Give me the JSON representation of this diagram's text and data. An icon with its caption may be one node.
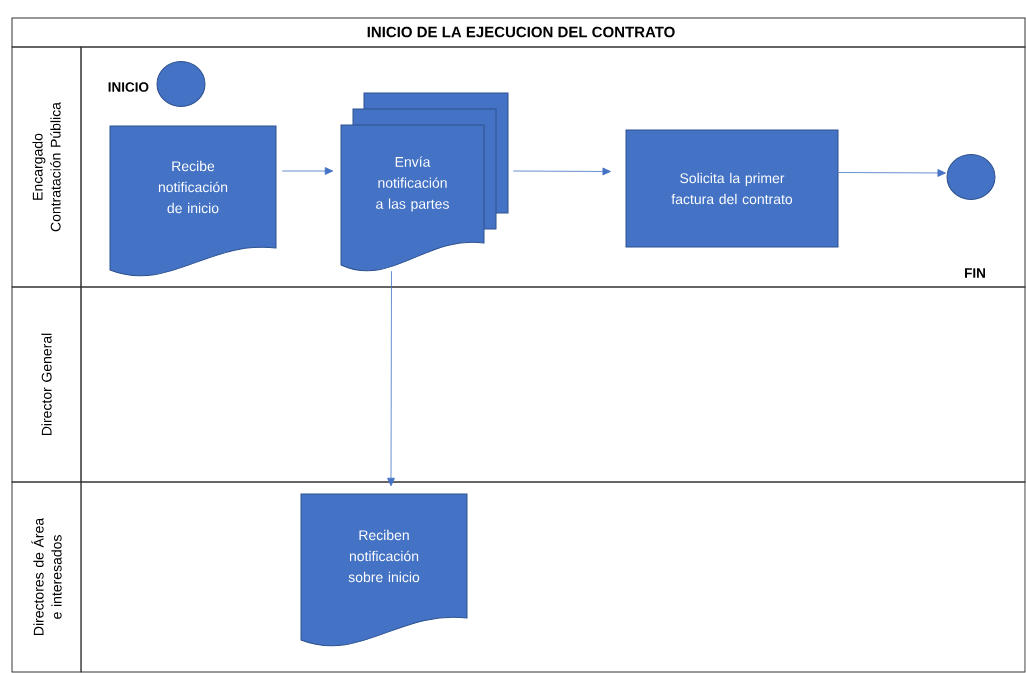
{
  "diagram": {
    "title": "INICIO DE LA EJECUCION DEL CONTRATO",
    "nodes": [
      {
        "text": [
          "Encargado Contratación Pública"
        ]
      },
      {
        "text": [
          "Director General"
        ]
      },
      {
        "text": [
          "Directores de Área e interesados"
        ]
      },
      {
        "text": [],
        "shape": "circle",
        "beside": [
          "INICIO"
        ]
      },
      {
        "text": [
          "Recibe notificación de inicio"
        ]
      },
      {
        "text": [
          "Envía notificación a las partes"
        ]
      },
      {
        "text": [
          "Solicita la primer factura del contrato"
        ]
      },
      {
        "text": [],
        "shape": "circle"
      },
      {
        "text": [
          "Reciben notificación sobre inicio"
        ]
      }
    ],
    "edges": [
      {
        "from": 4,
        "to": 5,
        "arrow": "to"
      },
      {
        "from": 5,
        "to": 6,
        "arrow": "to"
      },
      {
        "from": 6,
        "to": 7,
        "arrow": "to"
      },
      {
        "from": 5,
        "to": 8,
        "arrow": "to"
      }
    ],
    "labels": [
      "FIN"
    ]
  }
}
